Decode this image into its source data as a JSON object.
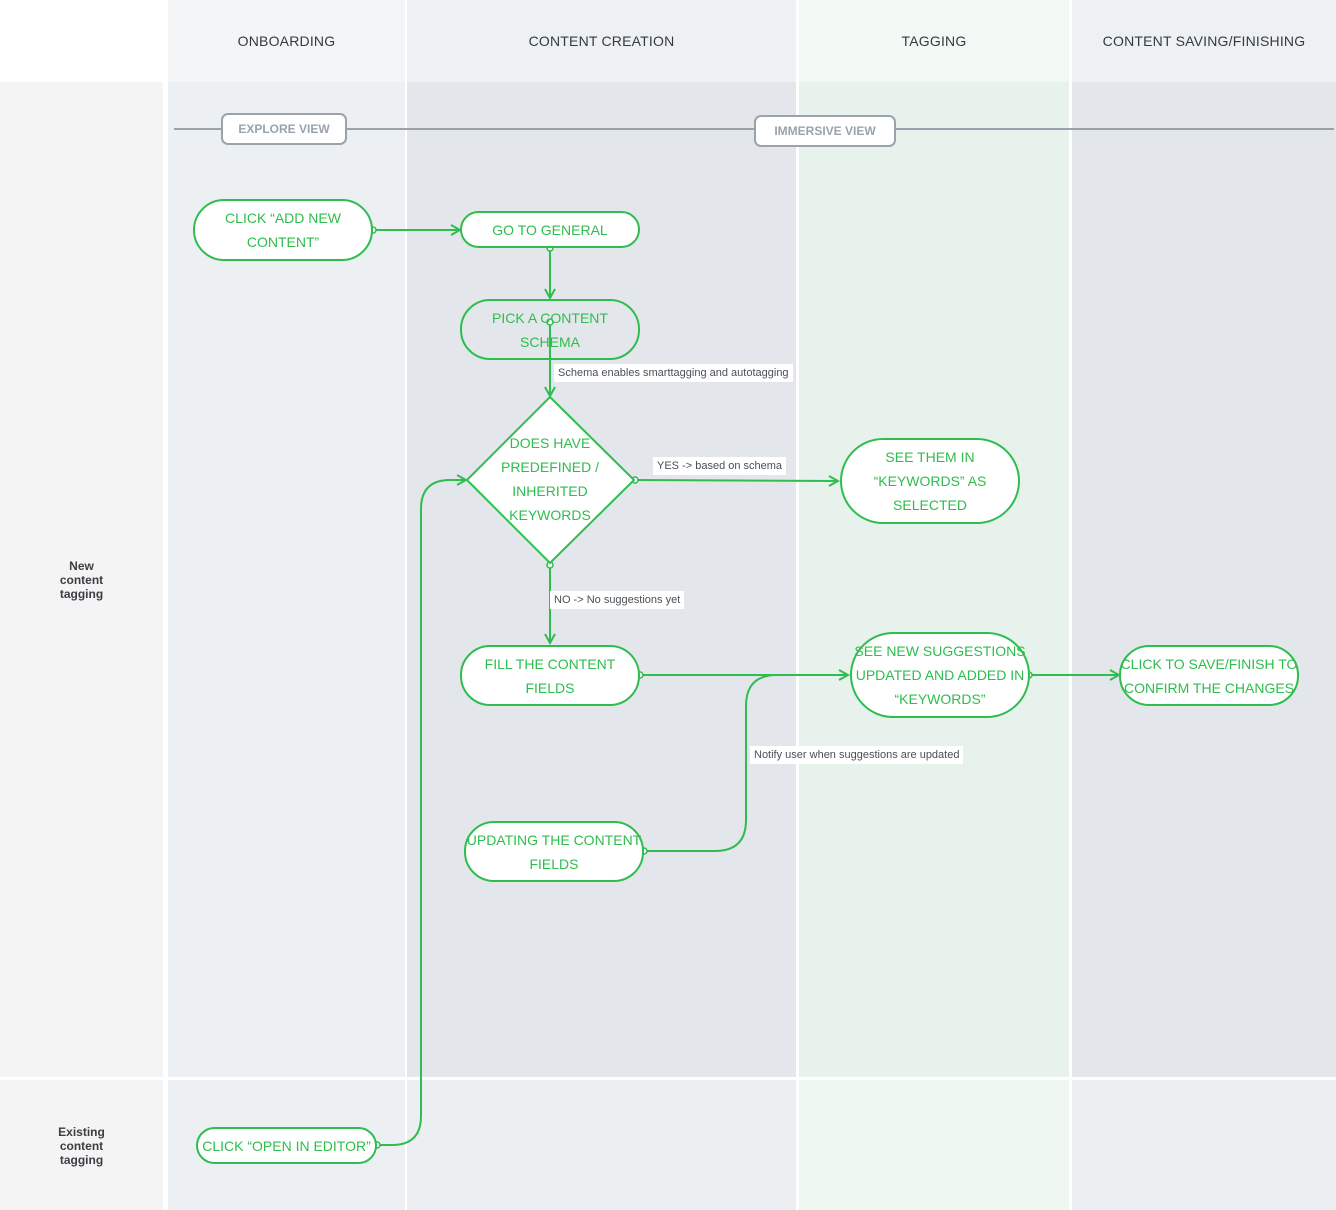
{
  "columns": [
    {
      "header": "ONBOARDING"
    },
    {
      "header": "CONTENT CREATION"
    },
    {
      "header": "TAGGING"
    },
    {
      "header": "CONTENT SAVING/FINISHING"
    }
  ],
  "rows": [
    {
      "label_lines": [
        "New",
        "content",
        "tagging"
      ]
    },
    {
      "label_lines": [
        "Existing",
        "content",
        "tagging"
      ]
    }
  ],
  "views": {
    "explore": "EXPLORE VIEW",
    "immersive": "IMMERSIVE VIEW"
  },
  "nodes": {
    "click_add_new": [
      "CLICK “ADD NEW",
      "CONTENT”"
    ],
    "go_to_general": [
      "GO TO GENERAL"
    ],
    "pick_schema": [
      "PICK A CONTENT",
      "SCHEMA"
    ],
    "decision": [
      "DOES HAVE",
      "PREDEFINED /",
      "INHERITED",
      "KEYWORDS"
    ],
    "see_keywords": [
      "SEE THEM IN",
      "“KEYWORDS” AS",
      "SELECTED"
    ],
    "fill_fields": [
      "FILL THE CONTENT",
      "FIELDS"
    ],
    "see_suggestions": [
      "SEE NEW SUGGESTIONS",
      "UPDATED AND ADDED IN",
      "“KEYWORDS”"
    ],
    "click_save": [
      "CLICK TO SAVE/FINISH TO",
      "CONFIRM THE CHANGES"
    ],
    "updating_fields": [
      "UPDATING THE CONTENT",
      "FIELDS"
    ],
    "open_in_editor": [
      "CLICK “OPEN IN EDITOR”"
    ]
  },
  "notes": {
    "schema": "Schema enables smarttagging and autotagging",
    "yes": "YES -> based on schema",
    "no": "NO -> No suggestions yet",
    "notify": "Notify user when suggestions are updated"
  },
  "colors": {
    "accent": "#2ebd4e",
    "view_border": "#9aa3ab",
    "row_label_bg": "#f4f4f4",
    "header_bg": "#f3f5f6",
    "onboarding_bg": "#ecf0f2",
    "creation_bg": "#e3e7eb",
    "tagging_bg": "#e7f2ec",
    "saving_bg": "#e3e7eb"
  }
}
